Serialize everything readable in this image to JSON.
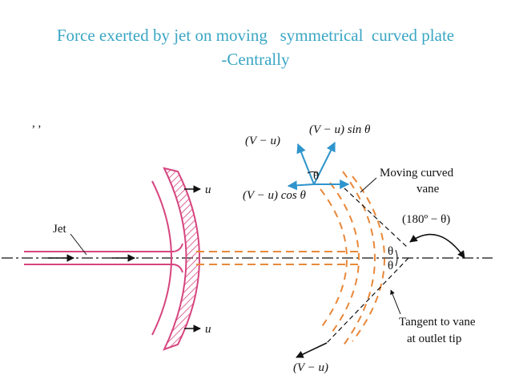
{
  "slide": {
    "title_line1": "Force exerted by jet on moving   symmetrical  curved plate",
    "title_line2": "-Centrally"
  },
  "diagram": {
    "labels": {
      "jet": "Jet",
      "u_top": "u",
      "u_bottom": "u",
      "vu_sin": "(V − u) sin θ",
      "vu_top": "(V − u)",
      "theta_small": "θ",
      "vu_cos": "(V − u) cos θ",
      "moving_vane": "Moving curved",
      "moving_vane_2": "vane",
      "angle_outer": "(180º − θ)",
      "theta_upper": "θ",
      "theta_lower": "θ",
      "tangent": "Tangent to vane",
      "tangent_2": "at outlet tip",
      "vu_bottom": "(V − u)"
    },
    "colors": {
      "plate": "#d6457f",
      "vane": "#e8883a",
      "vector": "#2f95cc",
      "line": "#111111",
      "title": "#3aa6c4"
    }
  }
}
